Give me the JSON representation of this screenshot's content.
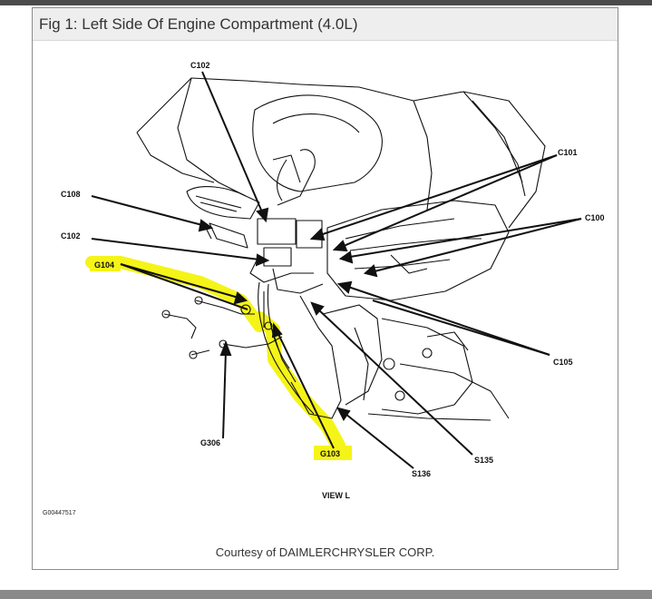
{
  "figure": {
    "title": "Fig 1: Left Side Of Engine Compartment (4.0L)",
    "courtesy": "Courtesy of DAIMLERCHRYSLER CORP."
  },
  "diagram": {
    "view_label": "VIEW L",
    "code": "G00447517",
    "highlight_color": "#f5f300",
    "labels": {
      "c102_top": "C102",
      "c108": "C108",
      "c102_left": "C102",
      "g104": "G104",
      "c101": "C101",
      "c100": "C100",
      "c105": "C105",
      "g306": "G306",
      "g103": "G103",
      "s136": "S136",
      "s135": "S135"
    }
  }
}
